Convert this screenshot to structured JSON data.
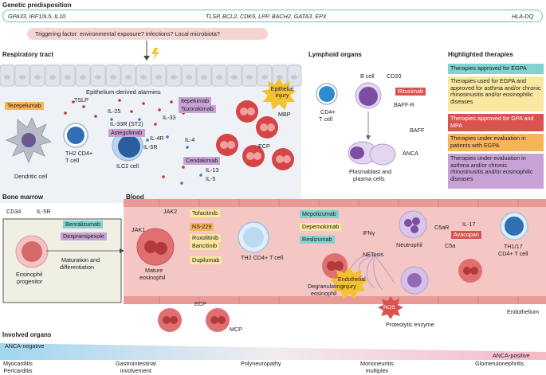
{
  "genetic": {
    "title": "Genetic predisposition",
    "left_genes": "GPA33, IRF1/IL5, IL10",
    "mid_genes": "TLSP, BCL2, CDK6, LPP, BACH2, GATA3, EPX",
    "right_genes": "HLA-DQ"
  },
  "trigger": {
    "text": "Triggering factor: environmental exposure? Infections? Local microbiota?"
  },
  "respiratory": {
    "title": "Respiratory tract",
    "alarmins": "Epithelium-derived alarmins",
    "tslp": "TSLP",
    "il25": "IL-25",
    "il33": "IL-33",
    "il33r": "IL-33R (ST2)",
    "il4r": "IL-4R",
    "il5r": "IL-5R",
    "il4": "IL-4",
    "il13": "IL-13",
    "il5": "IL-5",
    "ilc2": "ILC2 cell",
    "dendritic": "Dendritic cell",
    "th2": "TH2 CD4+",
    "th2_line2": "T cell",
    "epithelial_injury": "Epithelial injury",
    "mbp": "MBP",
    "ecp": "ECP"
  },
  "drugs": {
    "tezepelumab": "Tezepelumab",
    "astegolimab": "Astegolimab",
    "itepekimab": "Itepekimab",
    "tozorakimab": "Tozorakimab",
    "cendakimab": "Cendakimab",
    "rituximab": "Rituximab",
    "benralizumab": "Benralizumab",
    "dexpramipexole": "Dexpramipexole",
    "tofacitinib": "Tofacitinib",
    "ns229": "NS-229",
    "ruxolitinib": "Ruxolitinib",
    "baricitinib": "Baricitinib",
    "dupilumab": "Dupilumab",
    "mepolizumab": "Mepolizumab",
    "depemokimab": "Depemokimab",
    "reslizumab": "Reslizumab",
    "avacopan": "Avacopan"
  },
  "lymphoid": {
    "title": "Lymphoid organs",
    "bcell": "B cell",
    "cd20": "CD20",
    "cd4": "CD4+",
    "tcell": "T cell",
    "baffr": "BAFF-R",
    "baff": "BAFF",
    "anca": "ANCA",
    "plasma1": "Plasmablast and",
    "plasma2": "plasma cells"
  },
  "legend": {
    "title": "Highlighted therapies",
    "items": [
      {
        "text": "Therapies approved for EGPA",
        "color": "#7fd3d2"
      },
      {
        "text": "Therapies used for EGPA and approved for asthma and/or chronic rhinosinusitis and/or eosinophilic diseases",
        "color": "#fbe8a0"
      },
      {
        "text": "Therapies approved for GPA and MPA",
        "color": "#d9544f"
      },
      {
        "text": "Therapies under evaluation in patients with EGPA",
        "color": "#f7b45a"
      },
      {
        "text": "Therapies under evaluation in asthma and/or chronic rhinosinusitis and/or eosinophilic diseases",
        "color": "#c8a2d6"
      }
    ]
  },
  "bone": {
    "title": "Bone marrow",
    "cd34": "CD34",
    "il5r": "IL-5R",
    "progenitor1": "Eosinophil",
    "progenitor2": "progenitor",
    "maturation1": "Maturation and",
    "maturation2": "differentiation"
  },
  "blood": {
    "title": "Blood",
    "jak1": "JAK1",
    "jak2": "JAK2",
    "mature1": "Mature",
    "mature2": "eosinophil",
    "th2": "TH2 CD4+ T cell",
    "ifn": "IFNγ",
    "degran1": "Degranulating",
    "degran2": "eosinophil",
    "netosis": "NETosis",
    "neutrophil": "Neutrophil",
    "c5ar": "C5aR",
    "c5a": "C5a",
    "il17": "IL-17",
    "th17a": "TH1/17",
    "th17b": "CD4+ T cell",
    "endo_injury1": "Endothelial",
    "endo_injury2": "injury",
    "ros": "ROS",
    "proteolytic": "Proteolytic enzyme",
    "endothelium": "Endothelium",
    "ecp": "ECP",
    "mcp": "MCP"
  },
  "organs": {
    "title": "Involved organs",
    "anca_neg": "ANCA-negative",
    "anca_pos": "ANCA-positive",
    "items": [
      {
        "line1": "Myocarditis",
        "line2": "Pericarditis"
      },
      {
        "line1": "Gastrointestinal",
        "line2": "involvement"
      },
      {
        "line1": "Polyneuropathy",
        "line2": ""
      },
      {
        "line1": "Mononeuritis",
        "line2": "multiplex"
      },
      {
        "line1": "Glomerulonephritis",
        "line2": ""
      }
    ]
  }
}
